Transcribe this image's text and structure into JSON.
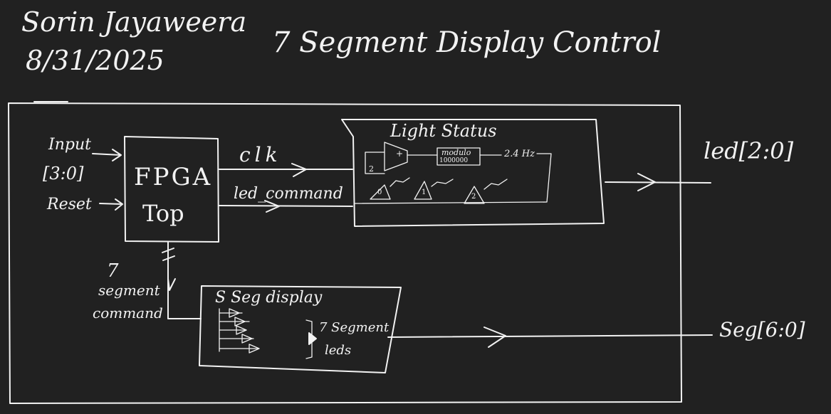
{
  "header": {
    "author": "Sorin Jayaweera",
    "date": "8/31/2025",
    "title": "7 Segment Display Control"
  },
  "inputs": {
    "input_label": "Input",
    "input_bus": "[3:0]",
    "reset_label": "Reset"
  },
  "fpga": {
    "line1": "FPGA",
    "line2": "Top"
  },
  "signals": {
    "clk": "clk",
    "led_command": "led_command",
    "bus_width": "7",
    "seg_cmd_line1": "7",
    "seg_cmd_line2": "segment",
    "seg_cmd_line3": "command"
  },
  "light_status": {
    "title": "Light Status",
    "adder_plus": "+",
    "adder_const": "2",
    "modulo_line1": "modulo",
    "modulo_line2": "1000000",
    "freq": "2.4 Hz",
    "cmp0": "0",
    "cmp1": "1",
    "cmp2": "2"
  },
  "seg_display": {
    "title": "S Seg display",
    "out_line1": "7 Segment",
    "out_line2": "leds"
  },
  "outputs": {
    "led": "led[2:0]",
    "seg": "Seg[6:0]"
  }
}
